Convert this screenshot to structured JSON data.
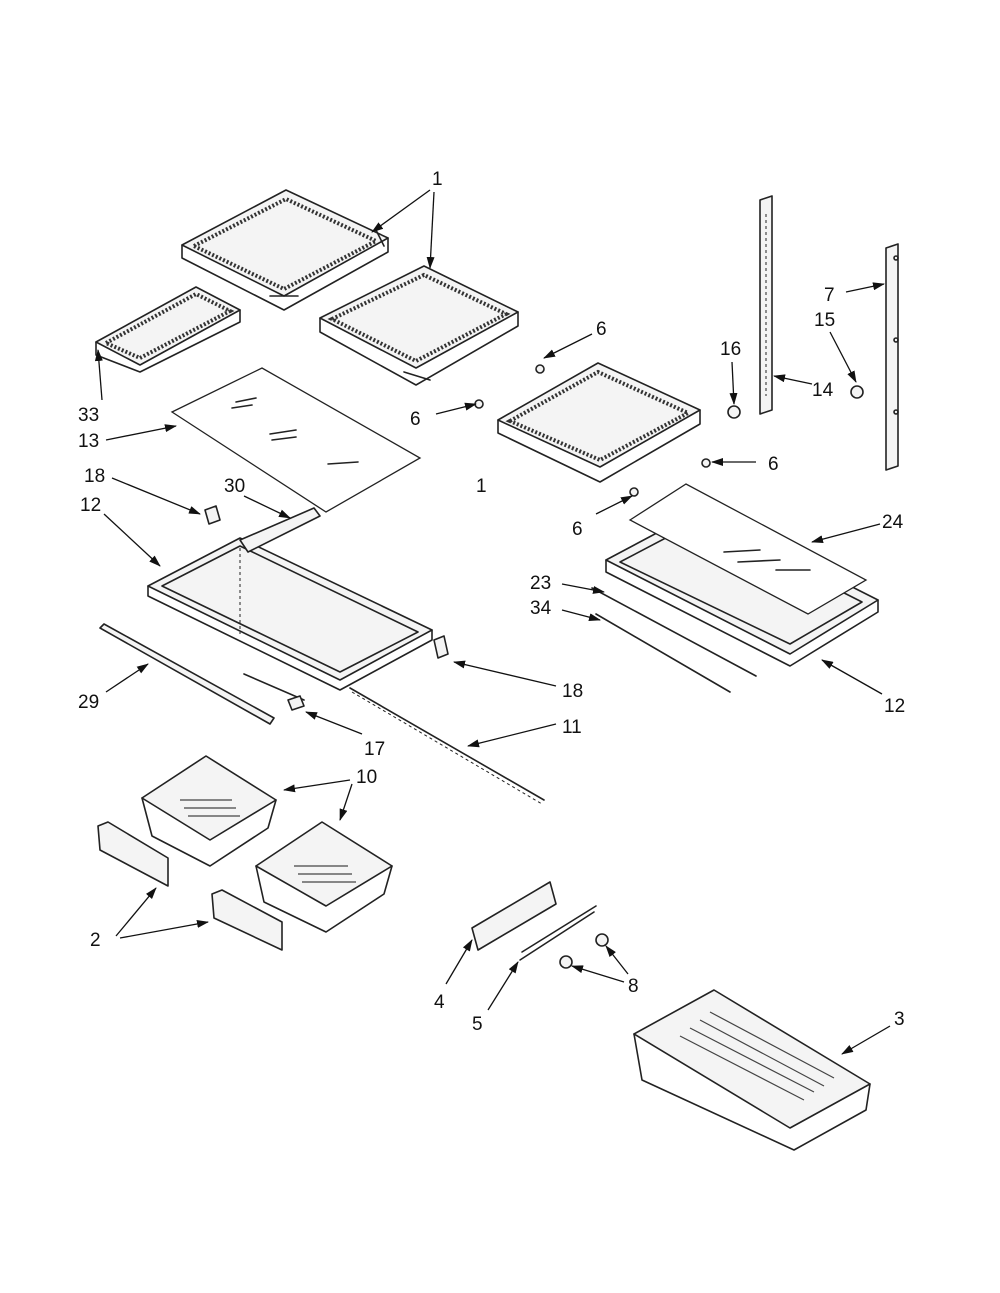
{
  "diagram": {
    "callouts": {
      "c1a": "1",
      "c1b": "1",
      "c6a": "6",
      "c6b": "6",
      "c6c": "6",
      "c6d": "6",
      "c7": "7",
      "c15": "15",
      "c16": "16",
      "c14": "14",
      "c33": "33",
      "c13": "13",
      "c18a": "18",
      "c30": "30",
      "c12a": "12",
      "c24": "24",
      "c23": "23",
      "c34": "34",
      "c29": "29",
      "c18b": "18",
      "c12b": "12",
      "c17": "17",
      "c11": "11",
      "c10": "10",
      "c2": "2",
      "c4": "4",
      "c8": "8",
      "c5": "5",
      "c3": "3"
    }
  }
}
